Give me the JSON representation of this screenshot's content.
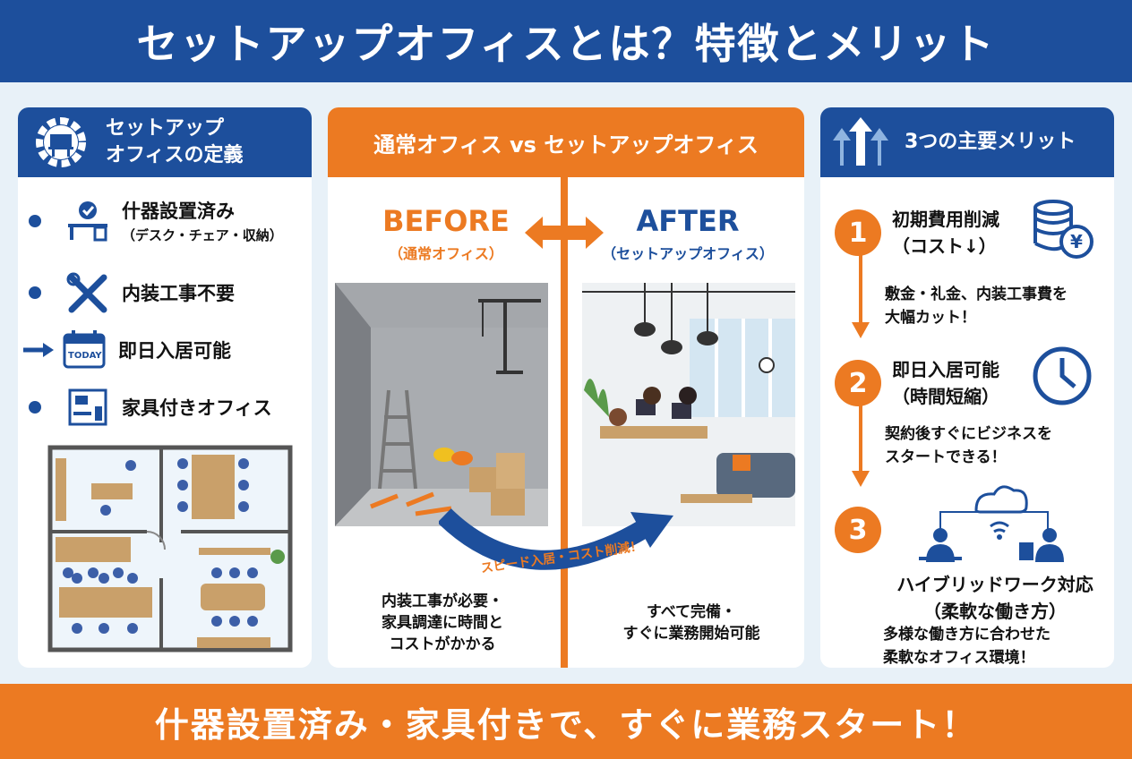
{
  "header": {
    "title": "セットアップオフィスとは？特徴とメリット"
  },
  "footer": {
    "tagline": "什器設置済み・家具付きで、すぐに業務スタート！"
  },
  "colors": {
    "blue": "#1d4f9c",
    "orange": "#ec7a22",
    "background": "#e8f1f8"
  },
  "definition": {
    "title_line1": "セットアップ",
    "title_line2": "オフィスの定義",
    "icon": "gear-office-icon",
    "items": [
      {
        "label": "什器設置済み",
        "sub": "（デスク・チェア・収納）",
        "icon": "desk-check-icon"
      },
      {
        "label": "内装工事不要",
        "icon": "no-tools-icon"
      },
      {
        "label": "即日入居可能",
        "icon": "calendar-today-icon",
        "badge": "TODAY"
      },
      {
        "label": "家具付きオフィス",
        "icon": "furnished-room-icon"
      }
    ],
    "floorplan_icon": "floor-plan-icon"
  },
  "comparison": {
    "title": "通常オフィス vs セットアップオフィス",
    "before": {
      "label": "BEFORE",
      "sub": "（通常オフィス）",
      "caption": [
        "内装工事が必要・",
        "家具調達に時間と",
        "コストがかかる"
      ]
    },
    "after": {
      "label": "AFTER",
      "sub": "（セットアップオフィス）",
      "caption": [
        "すべて完備・",
        "すぐに業務開始可能"
      ]
    },
    "arrow_text": "スピード入居・コスト削減！"
  },
  "merits": {
    "title": "3つの主要メリット",
    "icon": "up-arrows-icon",
    "items": [
      {
        "num": "1",
        "title1": "初期費用削減",
        "title2": "（コスト↓）",
        "desc1": "敷金・礼金、内装工事費を",
        "desc2": "大幅カット！",
        "icon": "coins-yen-icon"
      },
      {
        "num": "2",
        "title1": "即日入居可能",
        "title2": "（時間短縮）",
        "desc1": "契約後すぐにビジネスを",
        "desc2": "スタートできる！",
        "icon": "clock-icon"
      },
      {
        "num": "3",
        "title1": "ハイブリッドワーク対応",
        "title2": "（柔軟な働き方）",
        "desc1": "多様な働き方に合わせた",
        "desc2": "柔軟なオフィス環境！",
        "icon": "hybrid-work-icon"
      }
    ]
  }
}
